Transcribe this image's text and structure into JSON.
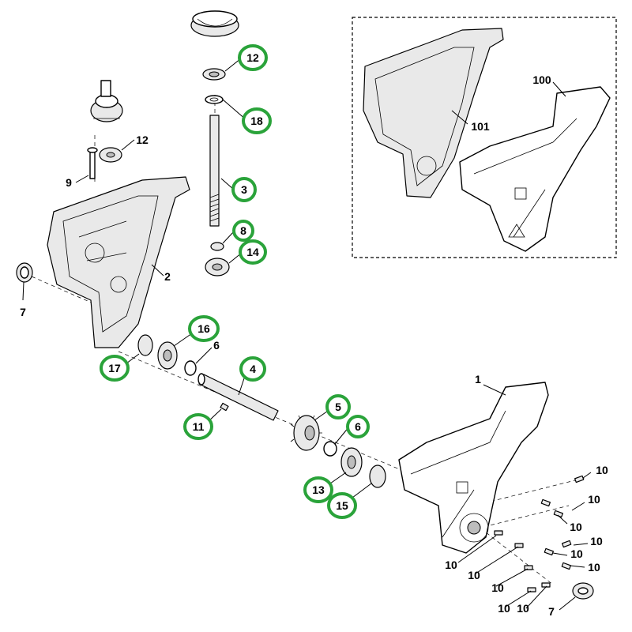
{
  "diagram": {
    "callouts": [
      {
        "id": "c12a",
        "text": "12",
        "highlighted": true
      },
      {
        "id": "c18",
        "text": "18",
        "highlighted": true
      },
      {
        "id": "c12b",
        "text": "12",
        "highlighted": false
      },
      {
        "id": "c9",
        "text": "9",
        "highlighted": false
      },
      {
        "id": "c3",
        "text": "3",
        "highlighted": true
      },
      {
        "id": "c8",
        "text": "8",
        "highlighted": true
      },
      {
        "id": "c14",
        "text": "14",
        "highlighted": true
      },
      {
        "id": "c2",
        "text": "2",
        "highlighted": false
      },
      {
        "id": "c7a",
        "text": "7",
        "highlighted": false
      },
      {
        "id": "c16",
        "text": "16",
        "highlighted": true
      },
      {
        "id": "c6a",
        "text": "6",
        "highlighted": false
      },
      {
        "id": "c17",
        "text": "17",
        "highlighted": true
      },
      {
        "id": "c4",
        "text": "4",
        "highlighted": true
      },
      {
        "id": "c11",
        "text": "11",
        "highlighted": true
      },
      {
        "id": "c5",
        "text": "5",
        "highlighted": true
      },
      {
        "id": "c6b",
        "text": "6",
        "highlighted": true
      },
      {
        "id": "c13",
        "text": "13",
        "highlighted": true
      },
      {
        "id": "c15",
        "text": "15",
        "highlighted": true
      },
      {
        "id": "c1",
        "text": "1",
        "highlighted": false
      },
      {
        "id": "c101",
        "text": "101",
        "highlighted": false
      },
      {
        "id": "c100",
        "text": "100",
        "highlighted": false
      },
      {
        "id": "c10a",
        "text": "10",
        "highlighted": false
      },
      {
        "id": "c10b",
        "text": "10",
        "highlighted": false
      },
      {
        "id": "c10c",
        "text": "10",
        "highlighted": false
      },
      {
        "id": "c10d",
        "text": "10",
        "highlighted": false
      },
      {
        "id": "c10e",
        "text": "10",
        "highlighted": false
      },
      {
        "id": "c10f",
        "text": "10",
        "highlighted": false
      },
      {
        "id": "c10g",
        "text": "10",
        "highlighted": false
      },
      {
        "id": "c10h",
        "text": "10",
        "highlighted": false
      },
      {
        "id": "c10i",
        "text": "10",
        "highlighted": false
      },
      {
        "id": "c10j",
        "text": "10",
        "highlighted": false
      },
      {
        "id": "c10k",
        "text": "10",
        "highlighted": false
      },
      {
        "id": "c7b",
        "text": "7",
        "highlighted": false
      }
    ],
    "colors": {
      "highlight_ring": "#2aa33a",
      "line": "#000000",
      "background": "#ffffff"
    }
  }
}
